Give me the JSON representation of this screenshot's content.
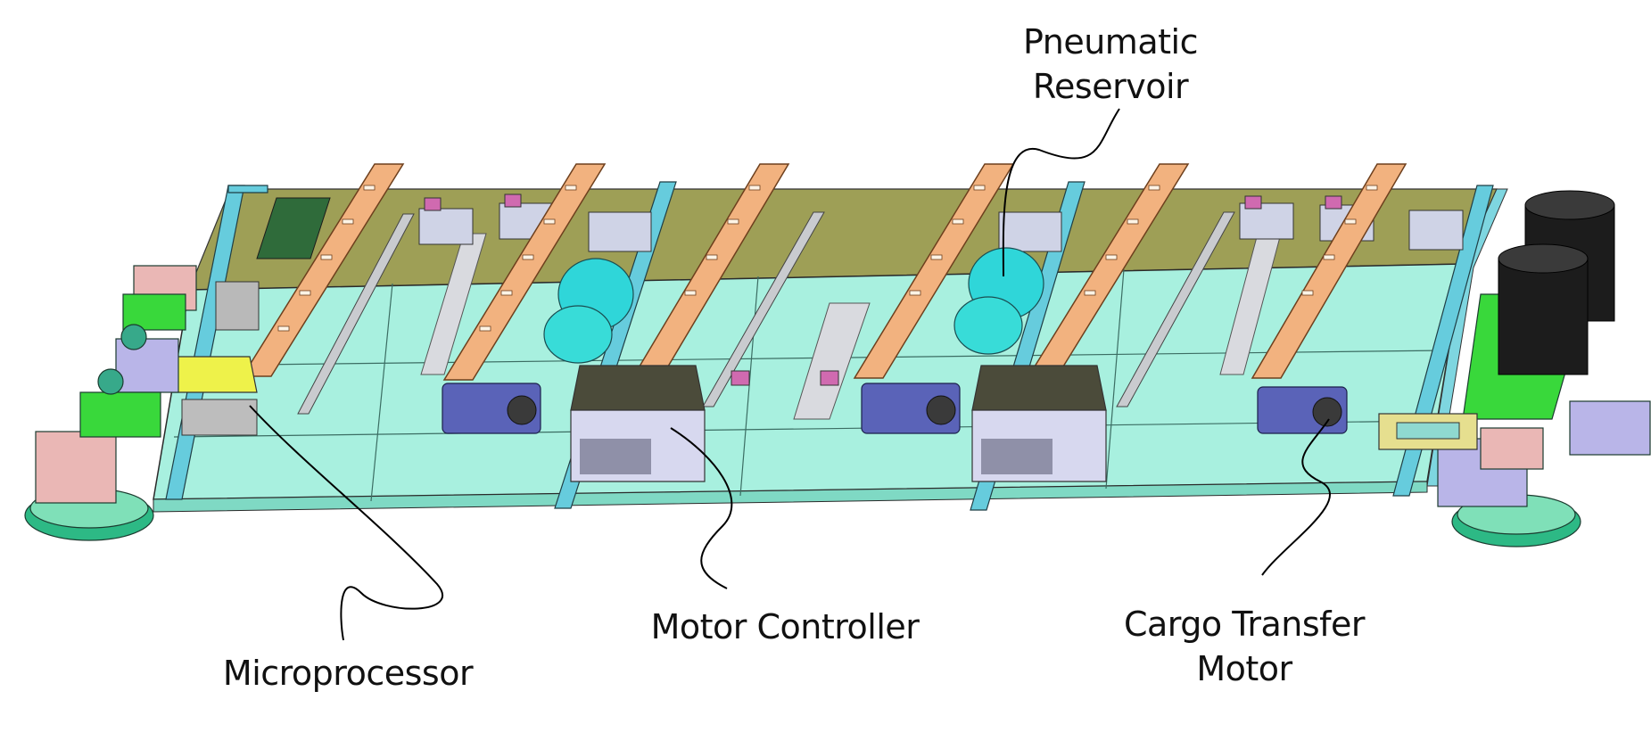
{
  "labels": {
    "pneumatic_reservoir": [
      "Pneumatic",
      "Reservoir"
    ],
    "microprocessor": "Microprocessor",
    "motor_controller": "Motor Controller",
    "cargo_transfer_motor": [
      "Cargo Transfer",
      "Motor"
    ]
  },
  "colors": {
    "deck": "#a8f0df",
    "back_panel": "#9e9f56",
    "frame": "#66ccdd",
    "arm": "#f2b27f",
    "motor_blue": "#5a63b8",
    "drive_motor": "#1c1c1c",
    "green_bracket": "#39d83b",
    "wheel": "#2db985",
    "pink_block": "#eab7b5",
    "lavender": "#b9b5e8",
    "controller_box": "#d7d8ef",
    "reservoir": "#2fd6d9",
    "microprocessor_board": "#eef24a",
    "display_frame": "#e6df8f"
  }
}
